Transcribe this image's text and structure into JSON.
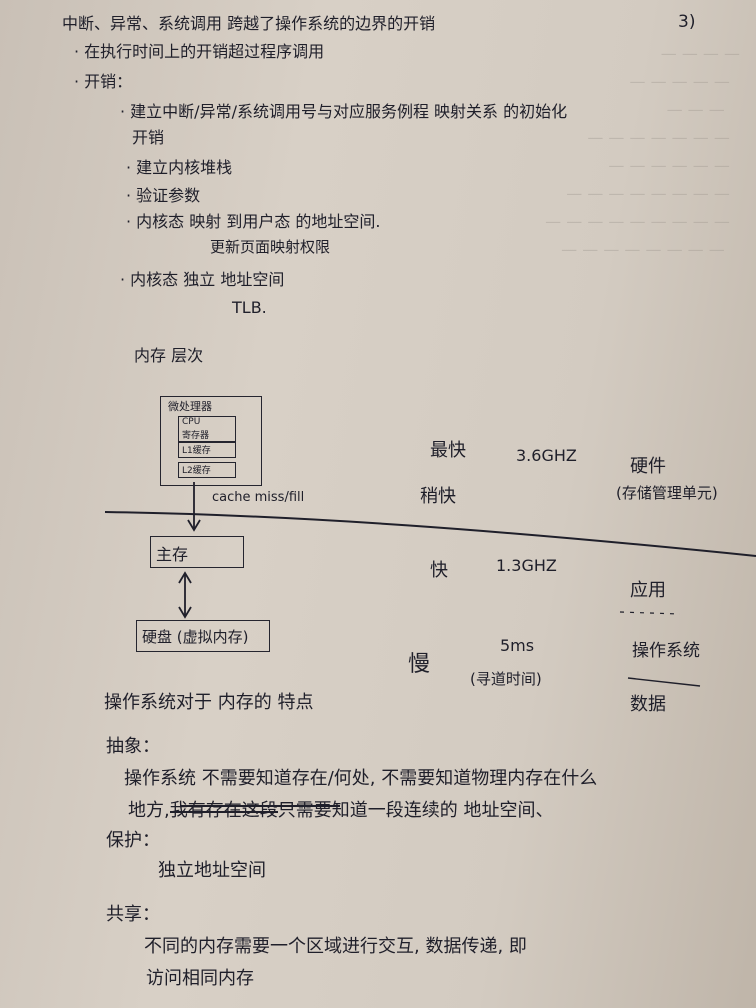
{
  "page": {
    "number": "3)",
    "lines": {
      "l1": "中断、异常、系统调用 跨越了操作系统的边界的开销",
      "l2": "· 在执行时间上的开销超过程序调用",
      "l3": "· 开销：",
      "l4": "· 建立中断/异常/系统调用号与对应服务例程 映射关系 的初始化",
      "l4b": "开销",
      "l5": "· 建立内核堆栈",
      "l6": "· 验证参数",
      "l7": "· 内核态 映射 到用户态 的地址空间.",
      "l7b": "更新页面映射权限",
      "l8": "· 内核态 独立 地址空间",
      "l8b": "TLB."
    },
    "diagram": {
      "title": "内存 层次",
      "cpu_chip": "微处理器",
      "cpu": "CPU",
      "cpu_detail": "寄存器",
      "l1": "L1缓存",
      "l2": "L2缓存",
      "cache_label": "cache miss/fill",
      "main_memory": "主存",
      "disk": "硬盘 (虚拟内存)",
      "speed_fastest": "最快",
      "speed_faster": "稍快",
      "freq_cpu": "3.6GHZ",
      "hardware": "硬件",
      "mmu": "(存储管理单元)",
      "speed_fast": "快",
      "freq_mem": "1.3GHZ",
      "app": "应用",
      "os": "操作系统",
      "speed_slow": "慢",
      "disk_time": "5ms",
      "seek": "(寻道时间)",
      "data": "数据"
    },
    "notes": {
      "os_features": "操作系统对于 内存的 特点",
      "abstract_h": "抽象：",
      "abstract_1": "操作系统 不需要知道存在/何处, 不需要知道物理内存在什么",
      "abstract_2a": "地方,",
      "abstract_2s": "我有存在这段",
      "abstract_2b": "只需要知道一段连续的 地址空间、",
      "protect_h": "保护：",
      "protect_1": "独立地址空间",
      "share_h": "共享：",
      "share_1": "不同的内存需要一个区域进行交互, 数据传递, 即",
      "share_2": "访问相同内存"
    }
  }
}
